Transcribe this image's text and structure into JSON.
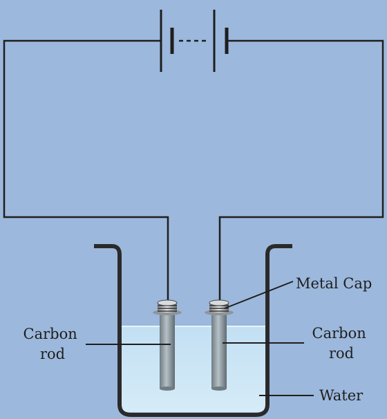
{
  "labels": {
    "carbon_rod_left": [
      "Carbon",
      "rod"
    ],
    "carbon_rod_right": [
      "Carbon",
      "rod"
    ],
    "metal_cap": "Metal Cap",
    "water": "Water"
  },
  "colors": {
    "background": "#9cb8dc",
    "wire": "#1e1e1e",
    "water": "#cde8f7",
    "beaker": "#2a2a2a",
    "rod": "#8a979d",
    "cap": "#c9ccce"
  }
}
